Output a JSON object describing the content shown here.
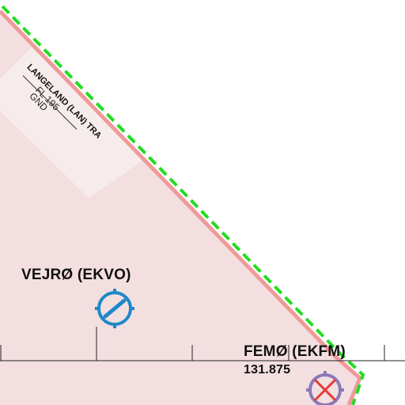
{
  "map": {
    "airspace": {
      "name": "LANGELAND (LAN) TRA",
      "upper_limit": "FL 195",
      "lower_limit": "GND",
      "fill_color": "#f4dfe0",
      "border_color": "#ef9a9a",
      "fir_border_color": "#22dd22"
    },
    "airfields": [
      {
        "name": "VEJRØ (EKVO)",
        "frequency": "",
        "symbol": "runway-aerodrome",
        "color": "#1e88c8"
      },
      {
        "name": "FEMØ (EKFM)",
        "frequency": "131.875",
        "symbol": "closed-aerodrome",
        "color": "#8a7ab8",
        "cross_color": "#e53935"
      }
    ]
  }
}
